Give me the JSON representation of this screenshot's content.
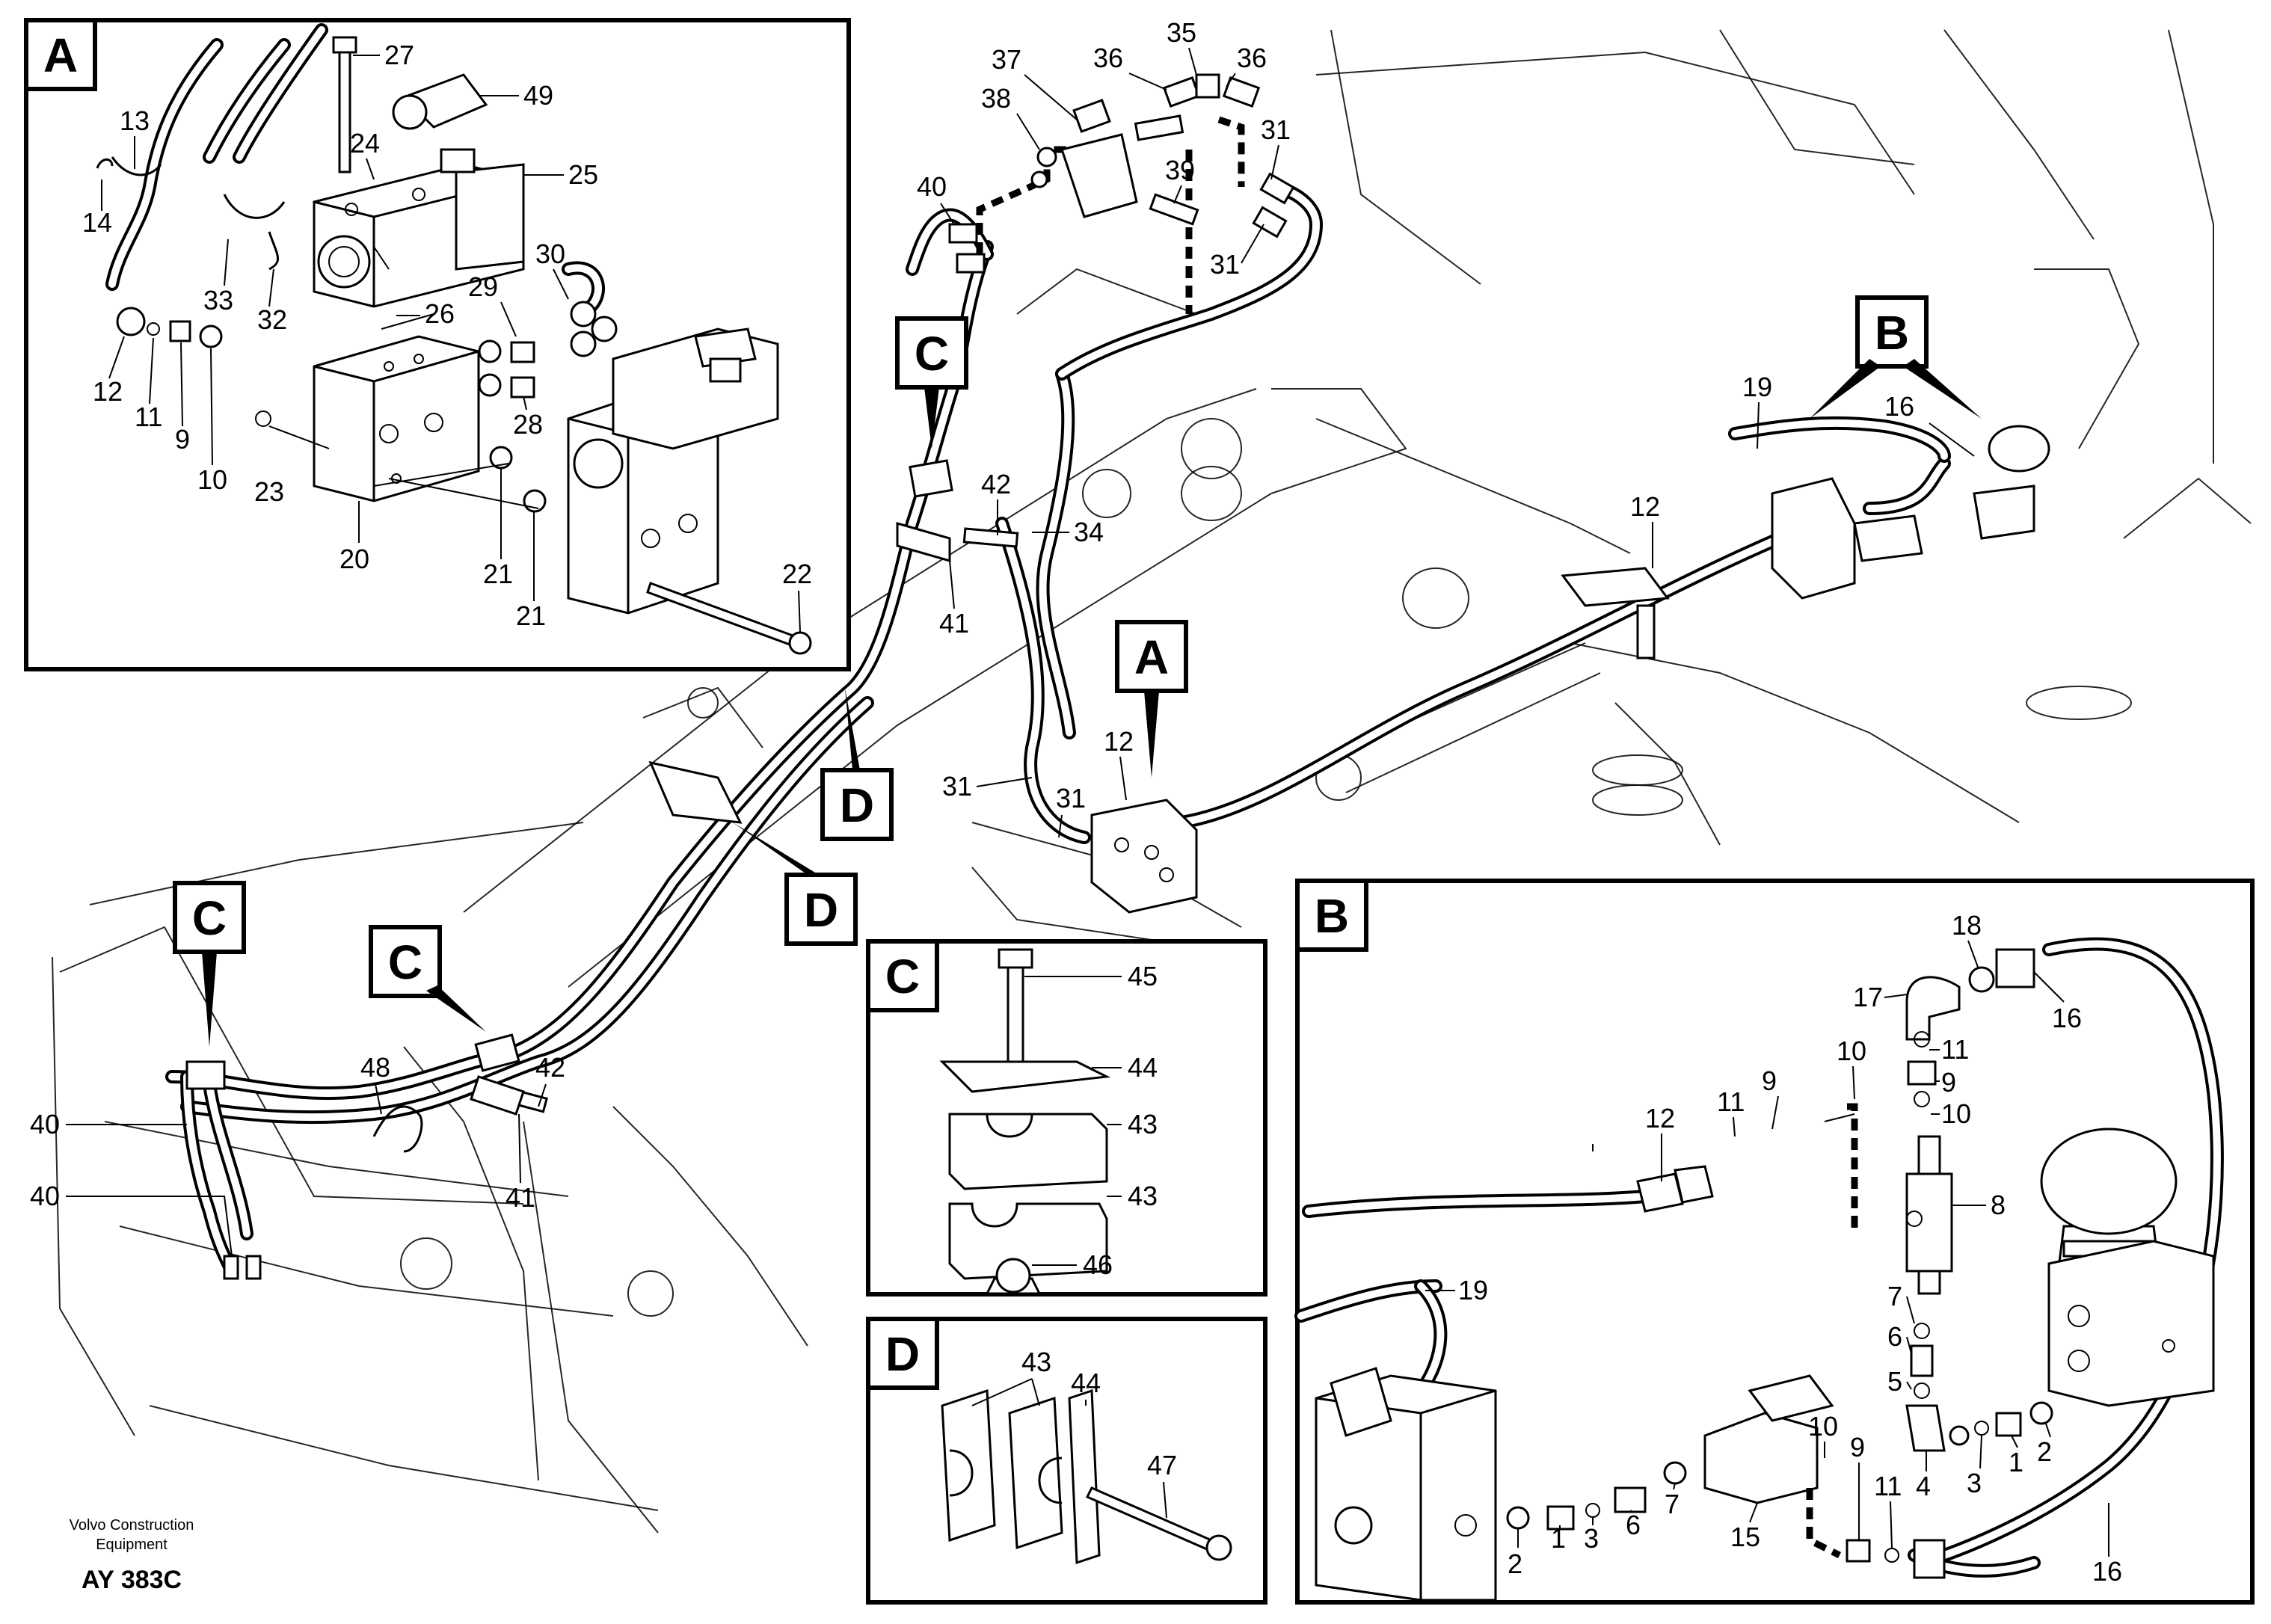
{
  "manufacturer": {
    "line1": "Volvo Construction",
    "line2": "Equipment"
  },
  "figure_code": "AY 383C",
  "detail_views": {
    "A": {
      "letter": "A",
      "callouts": [
        "27",
        "49",
        "13",
        "24",
        "25",
        "14",
        "30",
        "29",
        "33",
        "32",
        "26",
        "12",
        "11",
        "9",
        "10",
        "23",
        "28",
        "20",
        "21",
        "21",
        "22"
      ]
    },
    "B": {
      "letter": "B",
      "callouts": [
        "18",
        "17",
        "16",
        "11",
        "10",
        "9",
        "12",
        "11",
        "9",
        "10",
        "8",
        "19",
        "7",
        "6",
        "5",
        "10",
        "9",
        "11",
        "4",
        "3",
        "1",
        "2",
        "2",
        "1",
        "3",
        "6",
        "7",
        "15",
        "16"
      ]
    },
    "C": {
      "letter": "C",
      "callouts": [
        "45",
        "44",
        "43",
        "43",
        "46"
      ]
    },
    "D": {
      "letter": "D",
      "callouts": [
        "43",
        "44",
        "47"
      ]
    }
  },
  "main_view": {
    "callouts": [
      "35",
      "37",
      "36",
      "36",
      "38",
      "31",
      "39",
      "40",
      "31",
      "42",
      "34",
      "41",
      "12",
      "31",
      "31",
      "19",
      "16",
      "12",
      "48",
      "42",
      "40",
      "40",
      "41"
    ],
    "letters": [
      "A",
      "B",
      "C",
      "C",
      "C",
      "D",
      "D"
    ]
  }
}
